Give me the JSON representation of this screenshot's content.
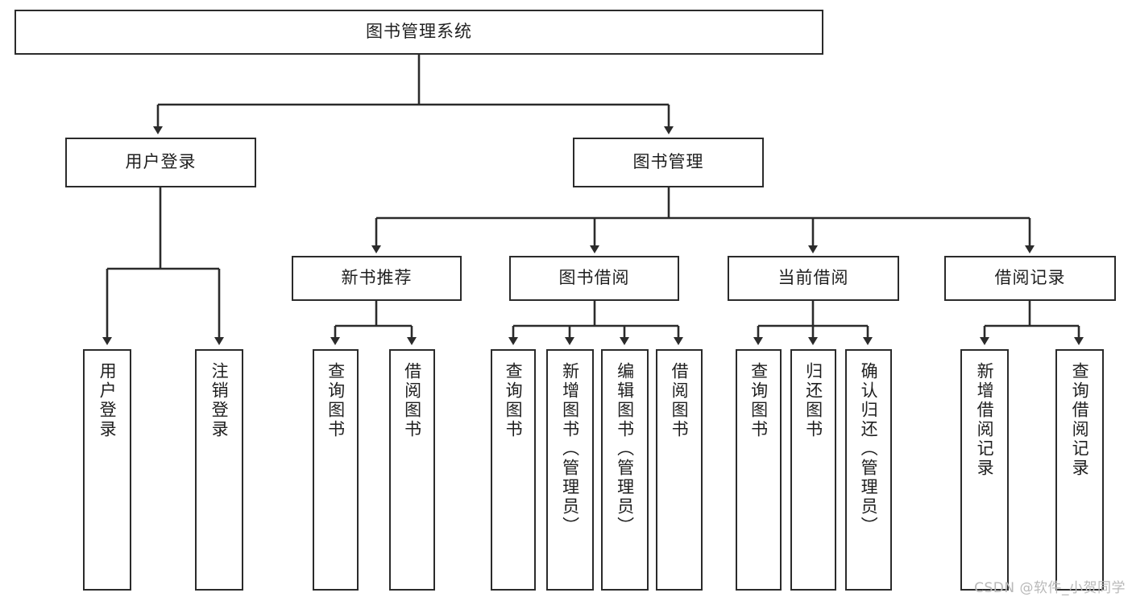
{
  "diagram": {
    "title": "图书管理系统",
    "type": "functional-structure-tree",
    "stroke_color": "#2b2b2b",
    "text_color": "#1f1f1f",
    "background_color": "#ffffff"
  },
  "levels": {
    "root": {
      "label": "图书管理系统"
    },
    "level2": [
      {
        "label": "用户登录"
      },
      {
        "label": "图书管理"
      }
    ],
    "level3": [
      {
        "label": "新书推荐"
      },
      {
        "label": "图书借阅"
      },
      {
        "label": "当前借阅"
      },
      {
        "label": "借阅记录"
      }
    ]
  },
  "leaves": {
    "user_login": [
      {
        "label": "用户登录"
      },
      {
        "label": "注销登录"
      }
    ],
    "new_book_recommend": [
      {
        "label": "查询图书"
      },
      {
        "label": "借阅图书"
      }
    ],
    "book_borrow": [
      {
        "label": "查询图书"
      },
      {
        "label": "新增图书（管理员）"
      },
      {
        "label": "编辑图书（管理员）"
      },
      {
        "label": "借阅图书"
      }
    ],
    "current_borrow": [
      {
        "label": "查询图书"
      },
      {
        "label": "归还图书"
      },
      {
        "label": "确认归还（管理员）"
      }
    ],
    "borrow_record": [
      {
        "label": "新增借阅记录"
      },
      {
        "label": "查询借阅记录"
      }
    ]
  },
  "watermark": {
    "text": "CSDN @软件_小贺同学"
  }
}
